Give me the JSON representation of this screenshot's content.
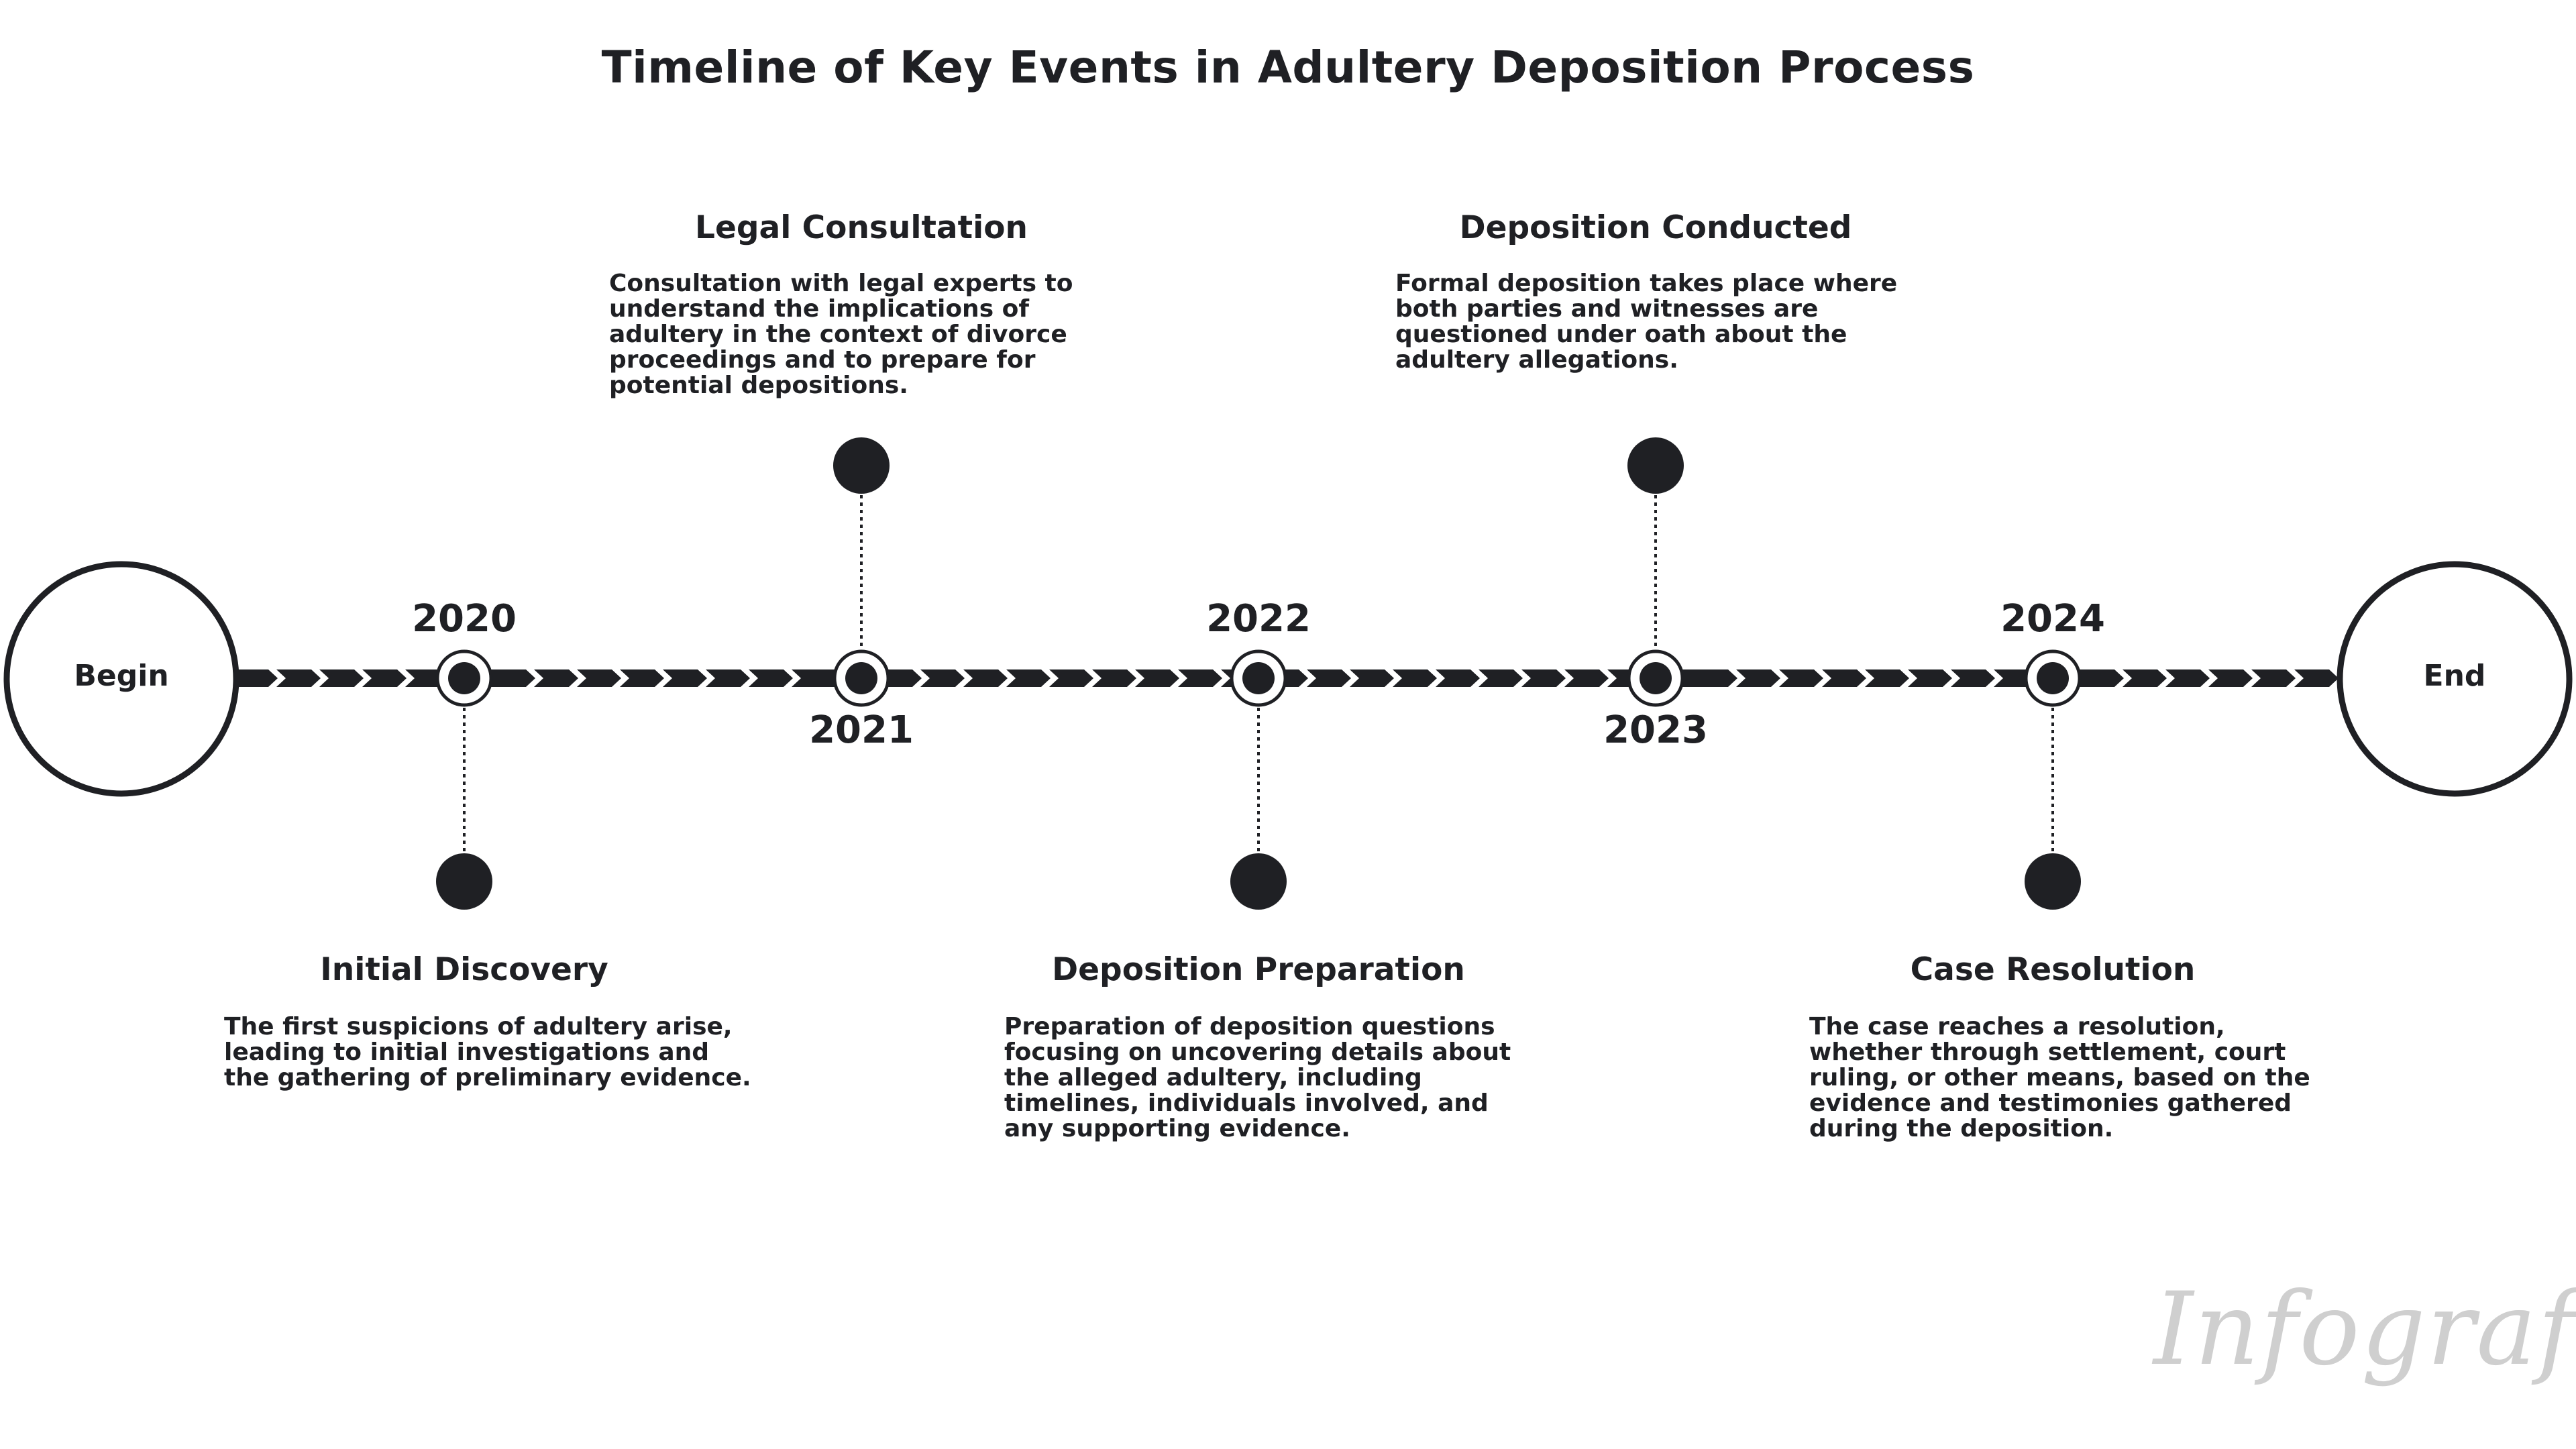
{
  "title": "Timeline of Key Events in Adultery Deposition Process",
  "start_label": "Begin",
  "end_label": "End",
  "events": [
    {
      "year": "2020",
      "title": "Initial Discovery",
      "description": "The first suspicions of adultery arise, leading to initial investigations and the gathering of preliminary evidence."
    },
    {
      "year": "2021",
      "title": "Legal Consultation",
      "description": "Consultation with legal experts to understand the implications of adultery in the context of divorce proceedings and to prepare for potential depositions."
    },
    {
      "year": "2022",
      "title": "Deposition Preparation",
      "description": "Preparation of deposition questions focusing on uncovering details about the alleged adultery, including timelines, individuals involved, and any supporting evidence."
    },
    {
      "year": "2023",
      "title": "Deposition Conducted",
      "description": "Formal deposition takes place where both parties and witnesses are questioned under oath about the adultery allegations."
    },
    {
      "year": "2024",
      "title": "Case Resolution",
      "description": "The case reaches a resolution, whether through settlement, court ruling, or other means, based on the evidence and testimonies gathered during the deposition."
    }
  ],
  "watermark": "InfografiX",
  "colors": {
    "primary": "#1f2024",
    "watermark_gray": "#cfcfcf",
    "watermark_accent": "#f4f5b0"
  }
}
